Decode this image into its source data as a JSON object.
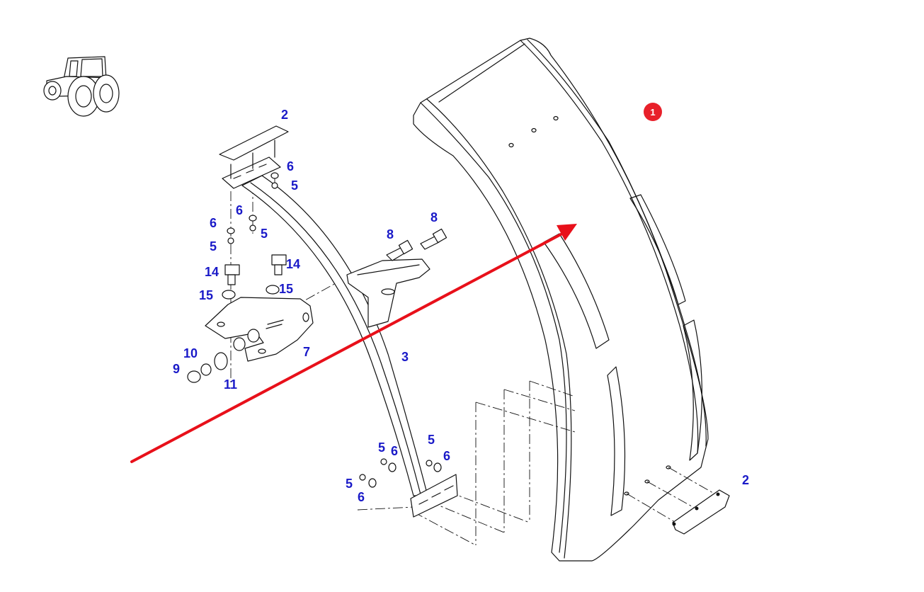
{
  "colors": {
    "callout_text": "#1a1ac8",
    "arrow": "#e8101a",
    "badge": "#e8202a",
    "line_art": "#111111"
  },
  "icons": [
    "tractor-icon",
    "red-arrow-icon"
  ],
  "badge": {
    "label": "1"
  },
  "callouts": {
    "bracket_top_2": "2",
    "bracket_bottom_2": "2",
    "stay_3": "3",
    "nut_5_a": "5",
    "nut_5_b": "5",
    "nut_5_c": "5",
    "nut_5_d": "5",
    "nut_5_e": "5",
    "nut_5_f": "5",
    "washer_6_a": "6",
    "washer_6_b": "6",
    "washer_6_c": "6",
    "washer_6_d": "6",
    "washer_6_e": "6",
    "washer_6_f": "6",
    "holder_7": "7",
    "bolt_8_a": "8",
    "bolt_8_b": "8",
    "nut_9": "9",
    "washer_10": "10",
    "washer_11": "11",
    "bolt_14_a": "14",
    "bolt_14_b": "14",
    "washer_15_a": "15",
    "washer_15_b": "15"
  }
}
